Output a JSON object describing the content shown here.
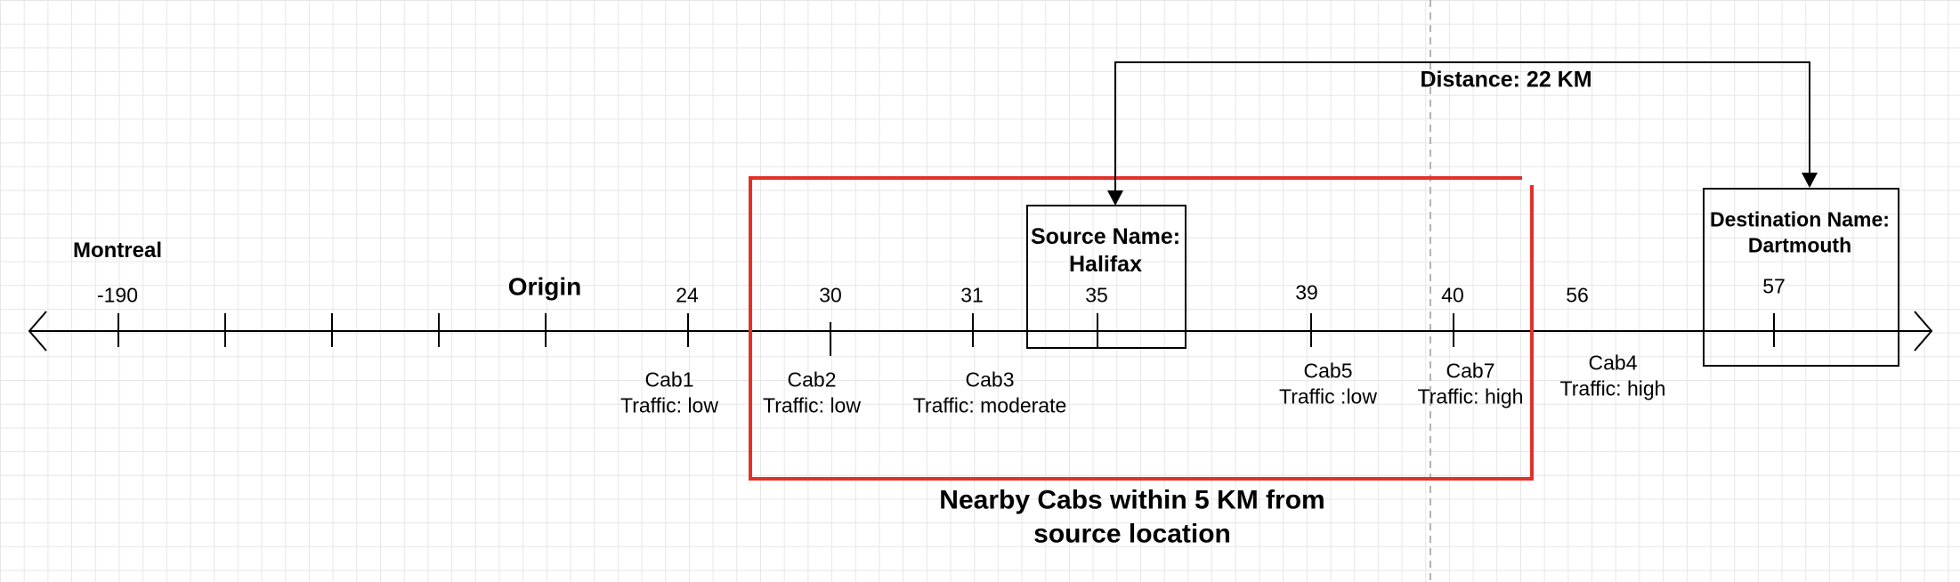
{
  "colors": {
    "line": "#000000",
    "highlight": "#e0322b",
    "grid": "#e6e6e6",
    "guide": "#b3b3b3"
  },
  "icons": {
    "left_end": "chevron-left-icon",
    "right_end": "chevron-right-icon",
    "arrowhead": "arrow-down-icon"
  },
  "labels": {
    "montreal": "Montreal",
    "origin": "Origin",
    "distance": "Distance:  22 KM"
  },
  "ticks": [
    "-190",
    "24",
    "30",
    "31",
    "35",
    "39",
    "40",
    "56",
    "57"
  ],
  "cabs": [
    {
      "name": "Cab1",
      "traffic": "Traffic: low"
    },
    {
      "name": "Cab2",
      "traffic": "Traffic: low"
    },
    {
      "name": "Cab3",
      "traffic": "Traffic: moderate"
    },
    {
      "name": "Cab5",
      "traffic": "Traffic :low"
    },
    {
      "name": "Cab7",
      "traffic": "Traffic: high"
    },
    {
      "name": "Cab4",
      "traffic": "Traffic: high"
    }
  ],
  "source": {
    "line1": "Source Name:",
    "line2": "Halifax"
  },
  "destination": {
    "line1": "Destination Name:",
    "line2": "Dartmouth"
  },
  "nearby": {
    "line1": "Nearby Cabs within 5 KM from",
    "line2": "source location"
  }
}
